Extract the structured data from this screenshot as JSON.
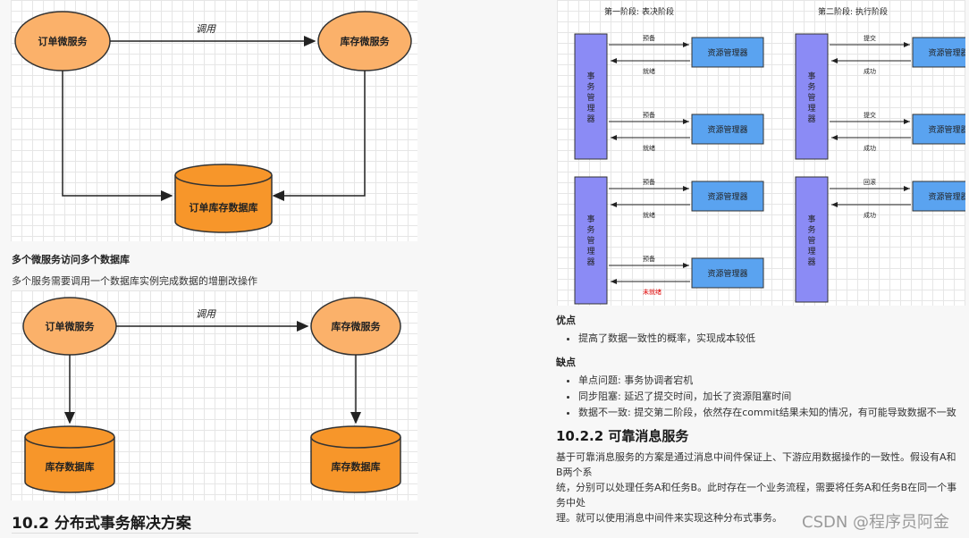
{
  "diagram1": {
    "order_service": "订单微服务",
    "inventory_service": "库存微服务",
    "call_label": "调用",
    "shared_db": "订单库存数据库"
  },
  "section_multi": {
    "heading": "多个微服务访问多个数据库",
    "text": "多个服务需要调用一个数据库实例完成数据的增删改操作"
  },
  "diagram2": {
    "order_service": "订单微服务",
    "inventory_service": "库存微服务",
    "call_label": "调用",
    "db_left": "库存数据库",
    "db_right": "库存数据库"
  },
  "section_10_2": {
    "heading": "10.2 分布式事务解决方案"
  },
  "two_phase": {
    "phase1_title": "第一阶段: 表决阶段",
    "phase2_title": "第二阶段: 执行阶段",
    "tm_label": "事务管理器",
    "rm_label": "资源管理器",
    "prepare": "预备",
    "ready": "就绪",
    "not_ready": "未就绪",
    "commit": "提交",
    "success": "成功",
    "rollback": "回滚",
    "colors": {
      "tm_fill": "#8b8bf5",
      "rm_fill": "#5aa3f0",
      "not_ready": "#e00000"
    }
  },
  "pros": {
    "heading": "优点",
    "items": [
      "提高了数据一致性的概率，实现成本较低"
    ]
  },
  "cons": {
    "heading": "缺点",
    "items": [
      "单点问题: 事务协调者宕机",
      "同步阻塞: 延迟了提交时间，加长了资源阻塞时间",
      "数据不一致: 提交第二阶段，依然存在commit结果未知的情况，有可能导致数据不一致"
    ]
  },
  "section_10_2_2": {
    "heading": "10.2.2 可靠消息服务",
    "paragraph_lines": [
      "基于可靠消息服务的方案是通过消息中间件保证上、下游应用数据操作的一致性。假设有A和B两个系",
      "统，分别可以处理任务A和任务B。此时存在一个业务流程，需要将任务A和任务B在同一个事务中处",
      "理。就可以使用消息中间件来实现这种分布式事务。"
    ]
  },
  "watermark": "CSDN @程序员阿金"
}
